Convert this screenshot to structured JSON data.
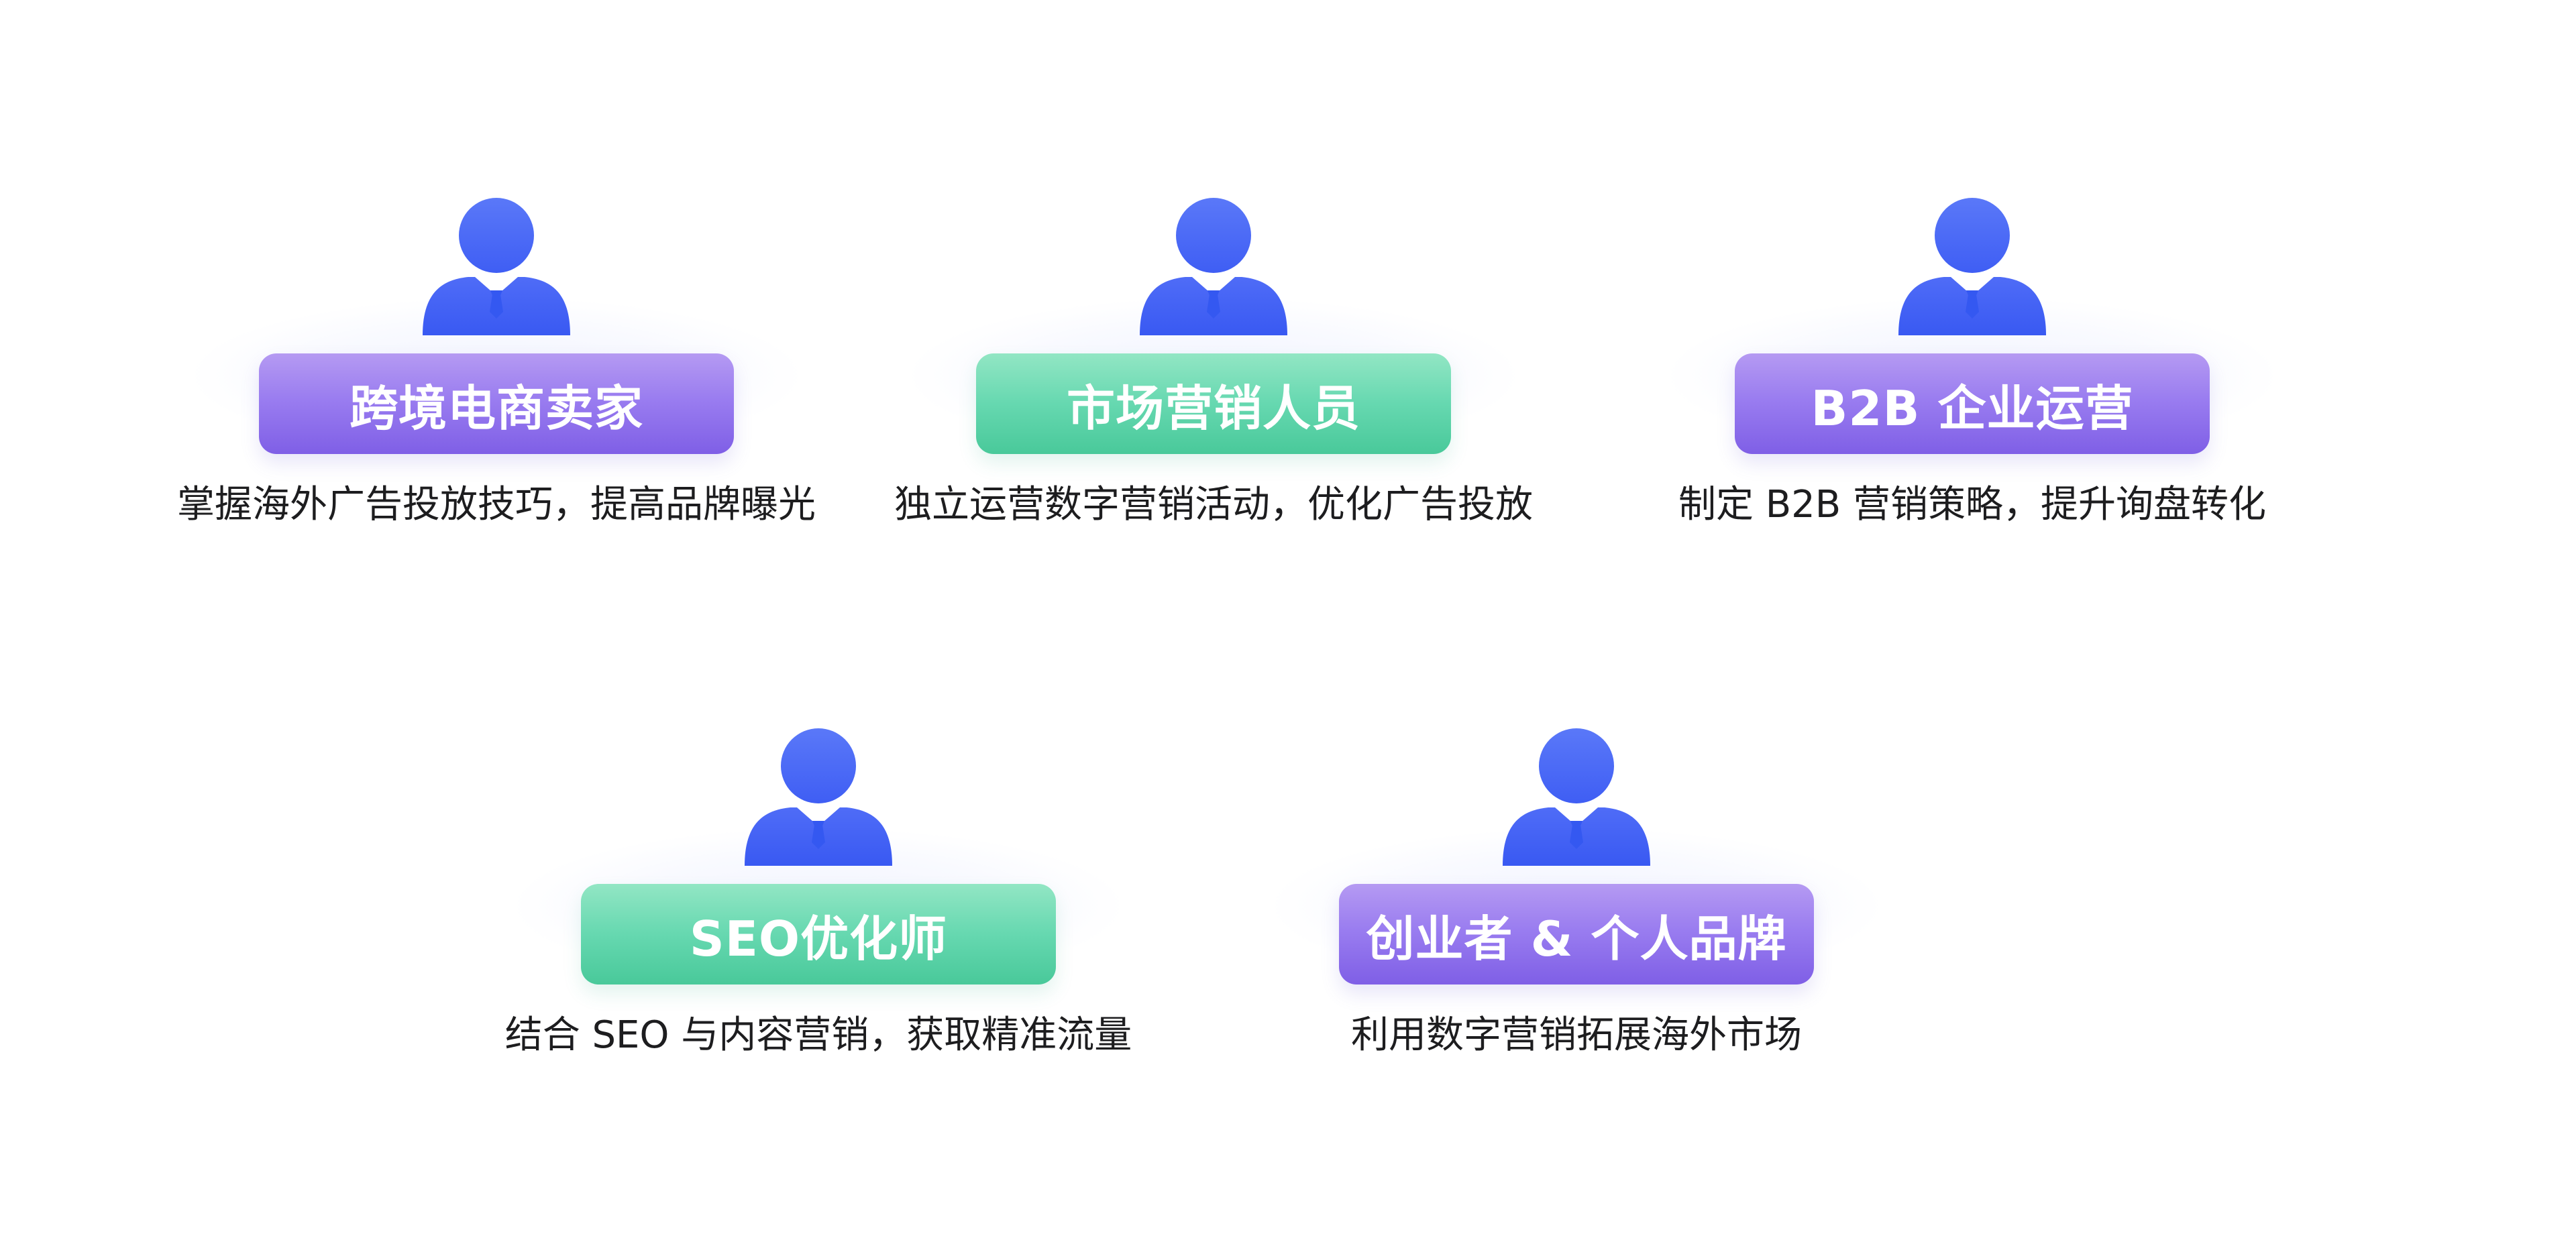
{
  "colors": {
    "avatar": "#4f6df6",
    "purple_badge": "#8f6cf0",
    "green_badge": "#5ed4a8",
    "text": "#1d1d1f"
  },
  "cards": [
    {
      "icon": "user-icon",
      "title": "跨境电商卖家",
      "description": "掌握海外广告投放技巧，提高品牌曝光",
      "badge_color": "purple"
    },
    {
      "icon": "user-icon",
      "title": "市场营销人员",
      "description": "独立运营数字营销活动，优化广告投放",
      "badge_color": "green"
    },
    {
      "icon": "user-icon",
      "title": "B2B 企业运营",
      "description": "制定 B2B 营销策略，提升询盘转化",
      "badge_color": "purple"
    },
    {
      "icon": "user-icon",
      "title": "SEO优化师",
      "description": "结合 SEO 与内容营销，获取精准流量",
      "badge_color": "green"
    },
    {
      "icon": "user-icon",
      "title": "创业者 & 个人品牌",
      "description": "利用数字营销拓展海外市场",
      "badge_color": "purple"
    }
  ]
}
